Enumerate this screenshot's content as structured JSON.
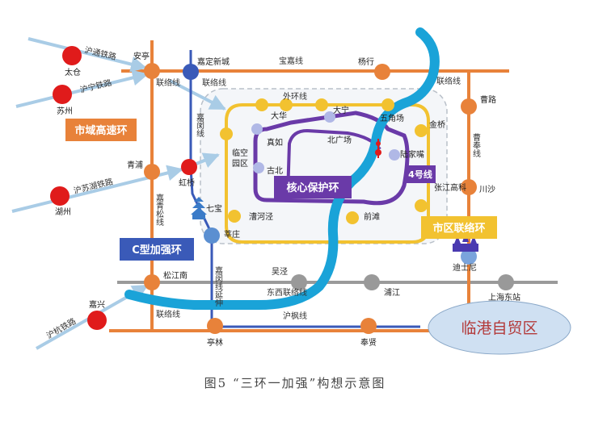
{
  "colors": {
    "orange": "#e8823a",
    "purple": "#6a3aa8",
    "yellow": "#f2c230",
    "blue_river": "#1aa3d8",
    "navy": "#3a5ab8",
    "red": "#e01b1b",
    "gray": "#999999",
    "lightblue": "#a9cce6"
  },
  "boxes": {
    "city_express": "市域高速环",
    "core_ring": "核心保护环",
    "line4": "4号线",
    "district_ring": "市区联络环",
    "c_ring": "C型加强环",
    "lingang": "临港自贸区"
  },
  "caption": "图5 “三环一加强”构想示意图",
  "stations": {
    "taicang": "太仓",
    "suzhou": "苏州",
    "huzhou": "湖州",
    "jiaxing": "嘉兴",
    "anting": "安亭",
    "jiading_xincheng": "嘉定新城",
    "yanghang": "杨行",
    "caolu": "曹路",
    "qingpu": "青浦",
    "hongqiao": "虹桥",
    "qibao": "七宝",
    "songjiangnan": "松江南",
    "fengzhuang": "莘庄",
    "tinglin": "亭林",
    "fengxian": "奉贤",
    "chuansha": "川沙",
    "dishini": "迪士尼",
    "shanghai_dongzhan": "上海东站",
    "wujing": "吴泾",
    "pujiang": "浦江",
    "dahua": "大华",
    "dani": "大宁",
    "wujiaochang": "五角场",
    "jinqiao": "金桥",
    "zhenru": "真如",
    "beiguangchang": "北广场",
    "lujiazui": "陆家嘴",
    "linkong_yuanqu": "临空园区",
    "gubei": "古北",
    "caohejing": "漕河泾",
    "qiantan": "前滩",
    "zhangjiang_gaoke": "张江高科"
  },
  "lines": {
    "hutong": "沪通铁路",
    "huning": "沪宁铁路",
    "husuhu": "沪苏湖铁路",
    "huhang": "沪杭铁路",
    "baojia": "宝嘉线",
    "lianluo_nw": "联络线",
    "lianluo_nw2": "联络线",
    "lianluo_ne": "联络线",
    "lianluo_sw": "联络线",
    "waihuan": "外环线",
    "jiamin": "嘉闵线",
    "jiaqingsong": "嘉青松线",
    "jiamin_yanshen": "嘉闵线延伸",
    "caofeng": "曹奉线",
    "dongxi_lianluo": "东西联络线",
    "hufeng": "沪枫线"
  }
}
